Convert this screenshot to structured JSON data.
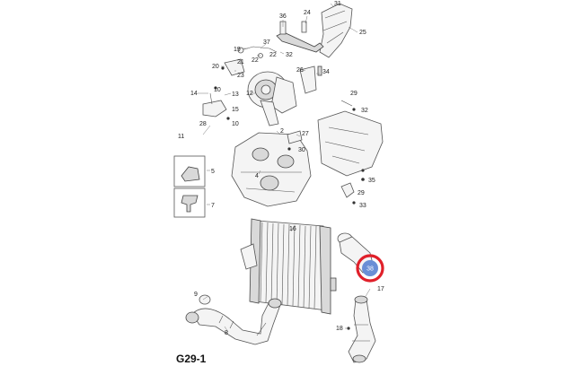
{
  "page_code": "G29-1",
  "highlight": {
    "label": "38",
    "ring_color": "#e0202a",
    "fill_color": "#6a8fd6"
  },
  "callouts": [
    {
      "id": "36"
    },
    {
      "id": "24"
    },
    {
      "id": "31"
    },
    {
      "id": "25"
    },
    {
      "id": "19"
    },
    {
      "id": "37"
    },
    {
      "id": "22"
    },
    {
      "id": "32"
    },
    {
      "id": "22b",
      "text": "22"
    },
    {
      "id": "20"
    },
    {
      "id": "21"
    },
    {
      "id": "23"
    },
    {
      "id": "26"
    },
    {
      "id": "34"
    },
    {
      "id": "14"
    },
    {
      "id": "10"
    },
    {
      "id": "13"
    },
    {
      "id": "12"
    },
    {
      "id": "15"
    },
    {
      "id": "28"
    },
    {
      "id": "11"
    },
    {
      "id": "10b",
      "text": "10"
    },
    {
      "id": "29"
    },
    {
      "id": "32b",
      "text": "32"
    },
    {
      "id": "2"
    },
    {
      "id": "27"
    },
    {
      "id": "30"
    },
    {
      "id": "5"
    },
    {
      "id": "4"
    },
    {
      "id": "35"
    },
    {
      "id": "7"
    },
    {
      "id": "29b",
      "text": "29"
    },
    {
      "id": "33"
    },
    {
      "id": "16"
    },
    {
      "id": "17"
    },
    {
      "id": "9"
    },
    {
      "id": "8"
    },
    {
      "id": "18"
    }
  ]
}
